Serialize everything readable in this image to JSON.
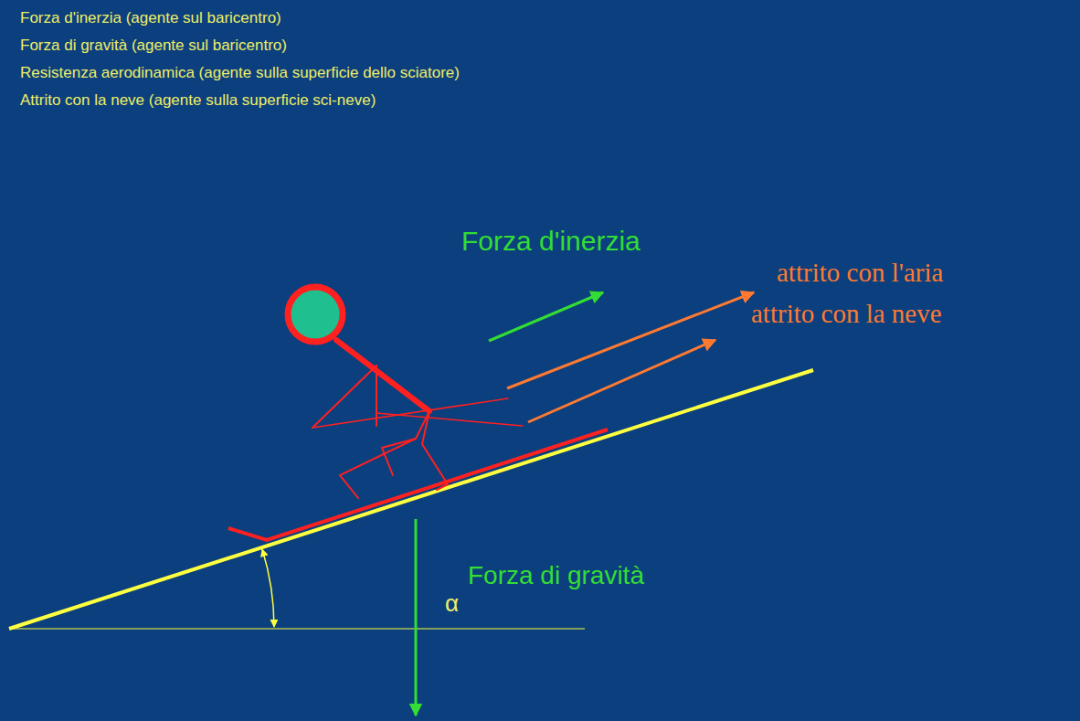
{
  "diagram": {
    "labels": [
      "Forza d'inerzia (agente sul baricentro)",
      "Forza di gravità (agente sul baricentro)",
      "Resistenza aerodinamica (agente sulla superficie dello sciatore)",
      "Attrito con la neve (agente sulla superficie sci-neve)",
      "Forza d'inerzia",
      "attrito con l'aria",
      "attrito con la neve",
      "Forza di gravità",
      "α"
    ]
  }
}
